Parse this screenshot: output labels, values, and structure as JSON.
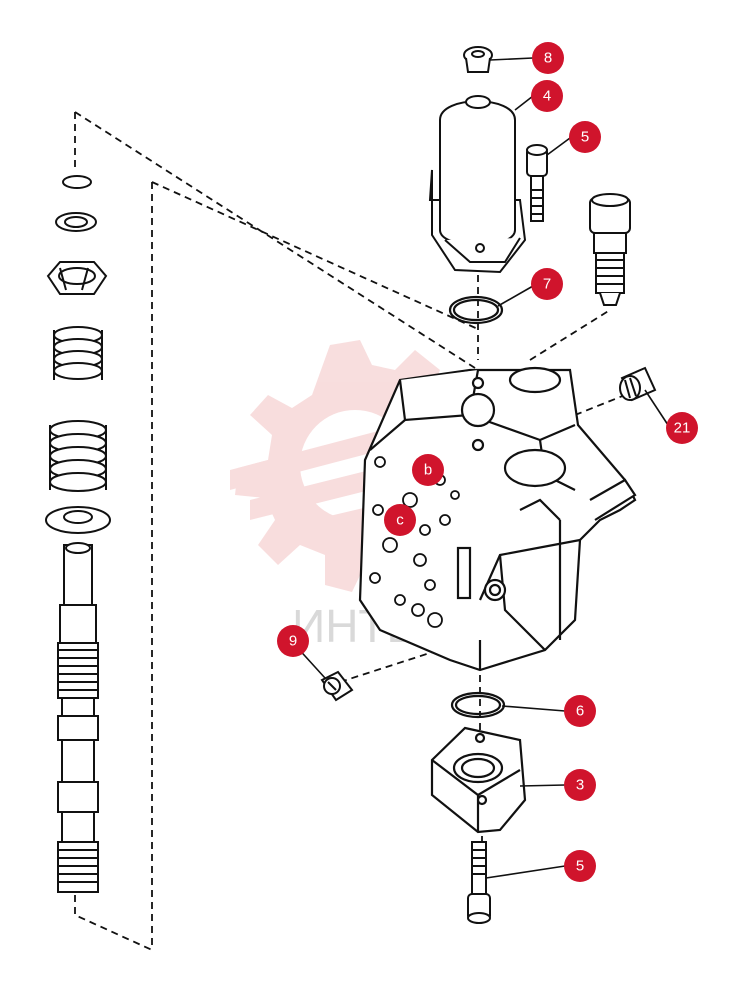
{
  "diagram": {
    "accent_color": "#d0142c",
    "watermark_color": "#f3c3c3",
    "watermark_text": "ИНТЕХ",
    "callouts": [
      {
        "id": "c-8",
        "label": "8"
      },
      {
        "id": "c-4",
        "label": "4"
      },
      {
        "id": "c-5-top",
        "label": "5"
      },
      {
        "id": "c-7",
        "label": "7"
      },
      {
        "id": "c-21",
        "label": "21"
      },
      {
        "id": "c-b",
        "label": "b"
      },
      {
        "id": "c-c",
        "label": "c"
      },
      {
        "id": "c-9",
        "label": "9"
      },
      {
        "id": "c-6",
        "label": "6"
      },
      {
        "id": "c-3",
        "label": "3"
      },
      {
        "id": "c-5-bottom",
        "label": "5"
      }
    ]
  }
}
